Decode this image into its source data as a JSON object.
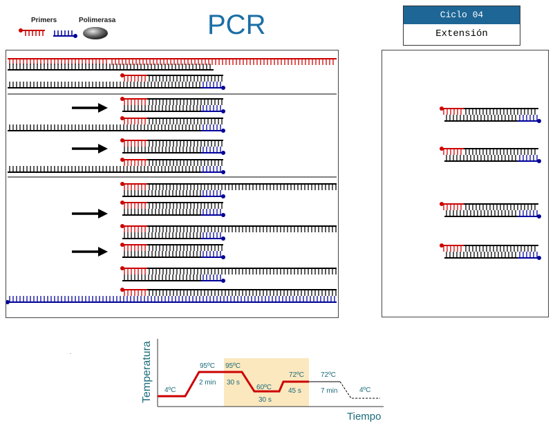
{
  "legend": {
    "primers_label": "Primers",
    "polymerase_label": "Polimerasa"
  },
  "title": "PCR",
  "cycle": {
    "label": "Ciclo 04",
    "step": "Extensión"
  },
  "colors": {
    "primer_red": "#cc0000",
    "primer_blue": "#000099",
    "dna_black": "#000000",
    "highlight": "#fbe8bf",
    "profile_red": "#cc0000",
    "teal_text": "#1a6b7a"
  },
  "chart": {
    "ylabel": "Temperatura",
    "xlabel": "Tiempo",
    "steps": [
      {
        "temp": "4ºC",
        "time": ""
      },
      {
        "temp": "95ºC",
        "time": "2 min"
      },
      {
        "temp": "95ºC",
        "time": "30 s"
      },
      {
        "temp": "60ºC",
        "time": "30 s"
      },
      {
        "temp": "72ºC",
        "time": "45 s"
      },
      {
        "temp": "72ºC",
        "time": "7 min"
      },
      {
        "temp": "4ºC",
        "time": ""
      }
    ]
  }
}
